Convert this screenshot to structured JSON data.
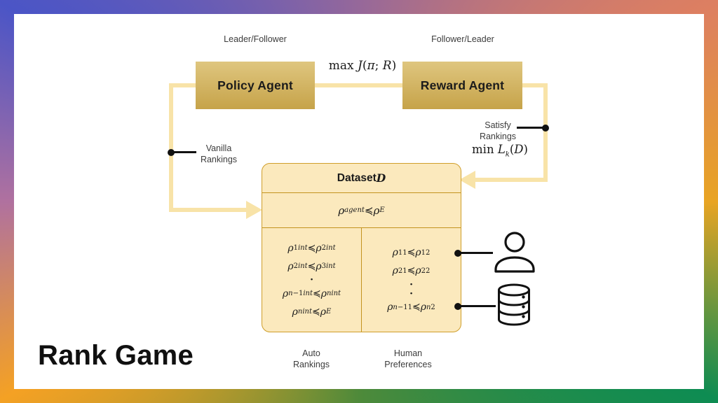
{
  "title": "Rank Game",
  "top": {
    "leader_label": "Leader/Follower",
    "follower_label": "Follower/Leader",
    "policy_box": "Policy Agent",
    "reward_box": "Reward Agent",
    "max_formula_html": "max <i>J</i>(<i>π</i>; <i>R</i>)"
  },
  "left_branch": {
    "label": "Vanilla\nRankings"
  },
  "right_branch": {
    "label": "Satisfy\nRankings",
    "min_formula_html": "min <i>L</i><sub><i>k</i></sub>(<i>D</i>)"
  },
  "dataset": {
    "header_html": "Dataset <i>D</i>",
    "agent_row_html": "<i>ρ</i><sup><i>agent</i></sup> ≼ <i>ρ</i><sup><i>E</i></sup>",
    "auto": {
      "label": "Auto\nRankings",
      "rows_html": [
        "<i>ρ</i><sub>1</sub><sup><i>int</i></sup> ≼ <i>ρ</i><sub>2</sub><sup><i>int</i></sup>",
        "<i>ρ</i><sub>2</sub><sup><i>int</i></sup> ≼ <i>ρ</i><sub>3</sub><sup><i>int</i></sup>",
        "·",
        "<i>ρ</i><sub><i>n</i>−1</sub><sup><i>int</i></sup> ≼ <i>ρ</i><sub><i>n</i></sub><sup><i>int</i></sup>",
        "<i>ρ</i><sub><i>n</i></sub><sup><i>int</i></sup> ≼ <i>ρ</i><sup><i>E</i></sup>"
      ]
    },
    "human": {
      "label": "Human\nPreferences",
      "rows_html": [
        "<i>ρ</i><sub>1</sub><sup>1</sup> ≼ <i>ρ</i><sub>1</sub><sup>2</sup>",
        "<i>ρ</i><sub>2</sub><sup>1</sup> ≼ <i>ρ</i><sub>2</sub><sup>2</sup>",
        "·",
        "·",
        "<i>ρ</i><sub><i>n</i>−1</sub><sup>1</sup> ≼ <i>ρ</i><sub><i>n</i></sub><sup>2</sup>"
      ]
    }
  },
  "icons": {
    "person": "person-icon",
    "database": "database-icon"
  },
  "colors": {
    "agent_box_top": "#DFC67F",
    "agent_box_bottom": "#C6A349",
    "connector": "#F8E3A8",
    "dataset_fill": "#FBE9BD",
    "dataset_border": "#CF9E2A",
    "frame_blue": "#4B55C6",
    "frame_orange": "#F4A124",
    "frame_green": "#0E8C52",
    "frame_salmon": "#DD7F61"
  }
}
